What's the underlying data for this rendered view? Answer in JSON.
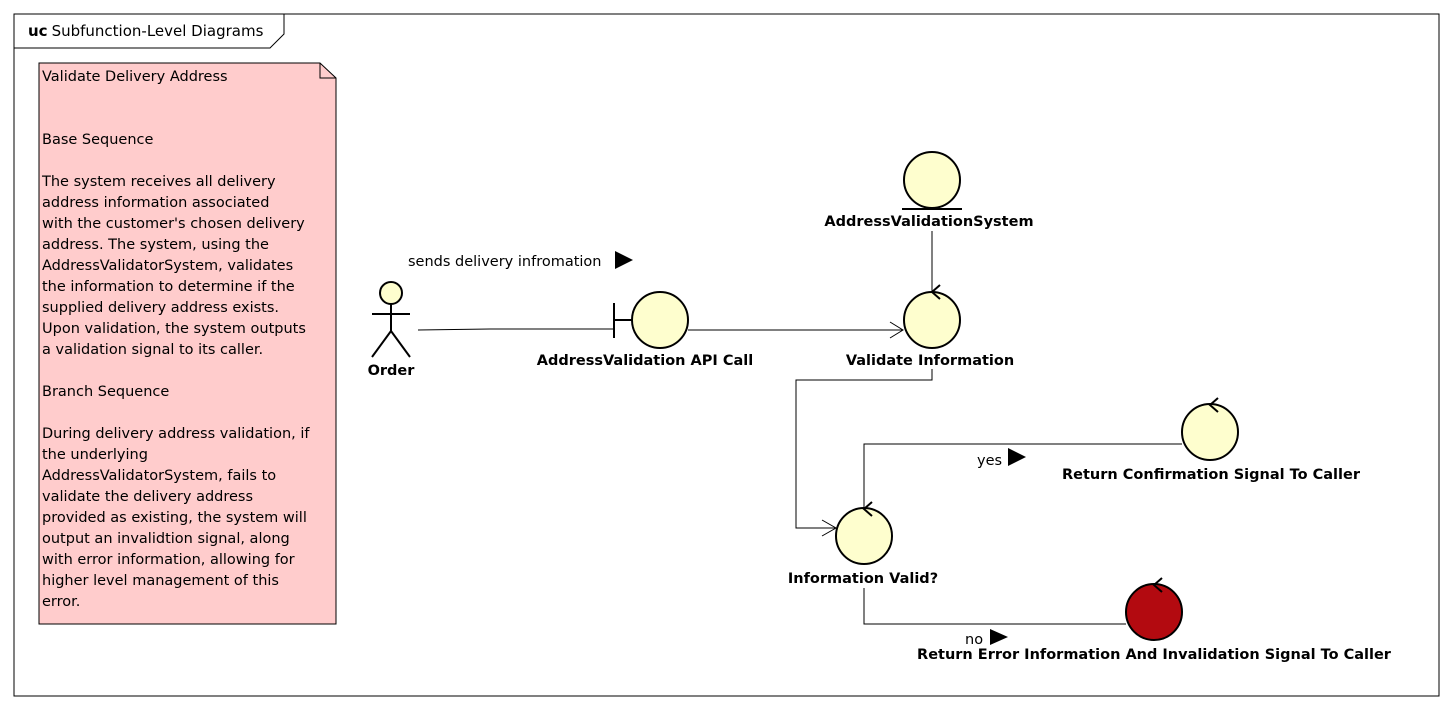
{
  "frame": {
    "keyword": "uc",
    "title": "Subfunction-Level Diagrams"
  },
  "note": {
    "paragraphs": [
      "Validate Delivery Address",
      "",
      "",
      "Base Sequence",
      "",
      "The system receives all delivery\naddress information associated\nwith the customer's chosen delivery\naddress. The system, using the\nAddressValidatorSystem, validates\nthe information to determine if the\nsupplied delivery address exists.\nUpon validation, the system outputs\na validation signal to its caller.",
      "",
      "Branch Sequence",
      "",
      "During delivery address validation, if\nthe underlying\nAddressValidatorSystem, fails to\nvalidate the delivery address\nprovided as existing, the system will\noutput an invalidtion signal, along\nwith error information, allowing for\nhigher level management of this\nerror."
    ]
  },
  "actor": {
    "label": "Order"
  },
  "boundary": {
    "label": "AddressValidation API Call"
  },
  "entity": {
    "label": "AddressValidationSystem"
  },
  "controls": {
    "validate": "Validate Information",
    "decision": "Information Valid?",
    "confirm": "Return Confirmation Signal To Caller",
    "error": "Return Error Information And Invalidation Signal To Caller"
  },
  "messages": {
    "sends": "sends delivery infromation",
    "yes": "yes",
    "no": "no"
  },
  "colors": {
    "note_fill": "#ffcccc",
    "element_fill": "#fefece",
    "error_fill": "#b30a10"
  }
}
